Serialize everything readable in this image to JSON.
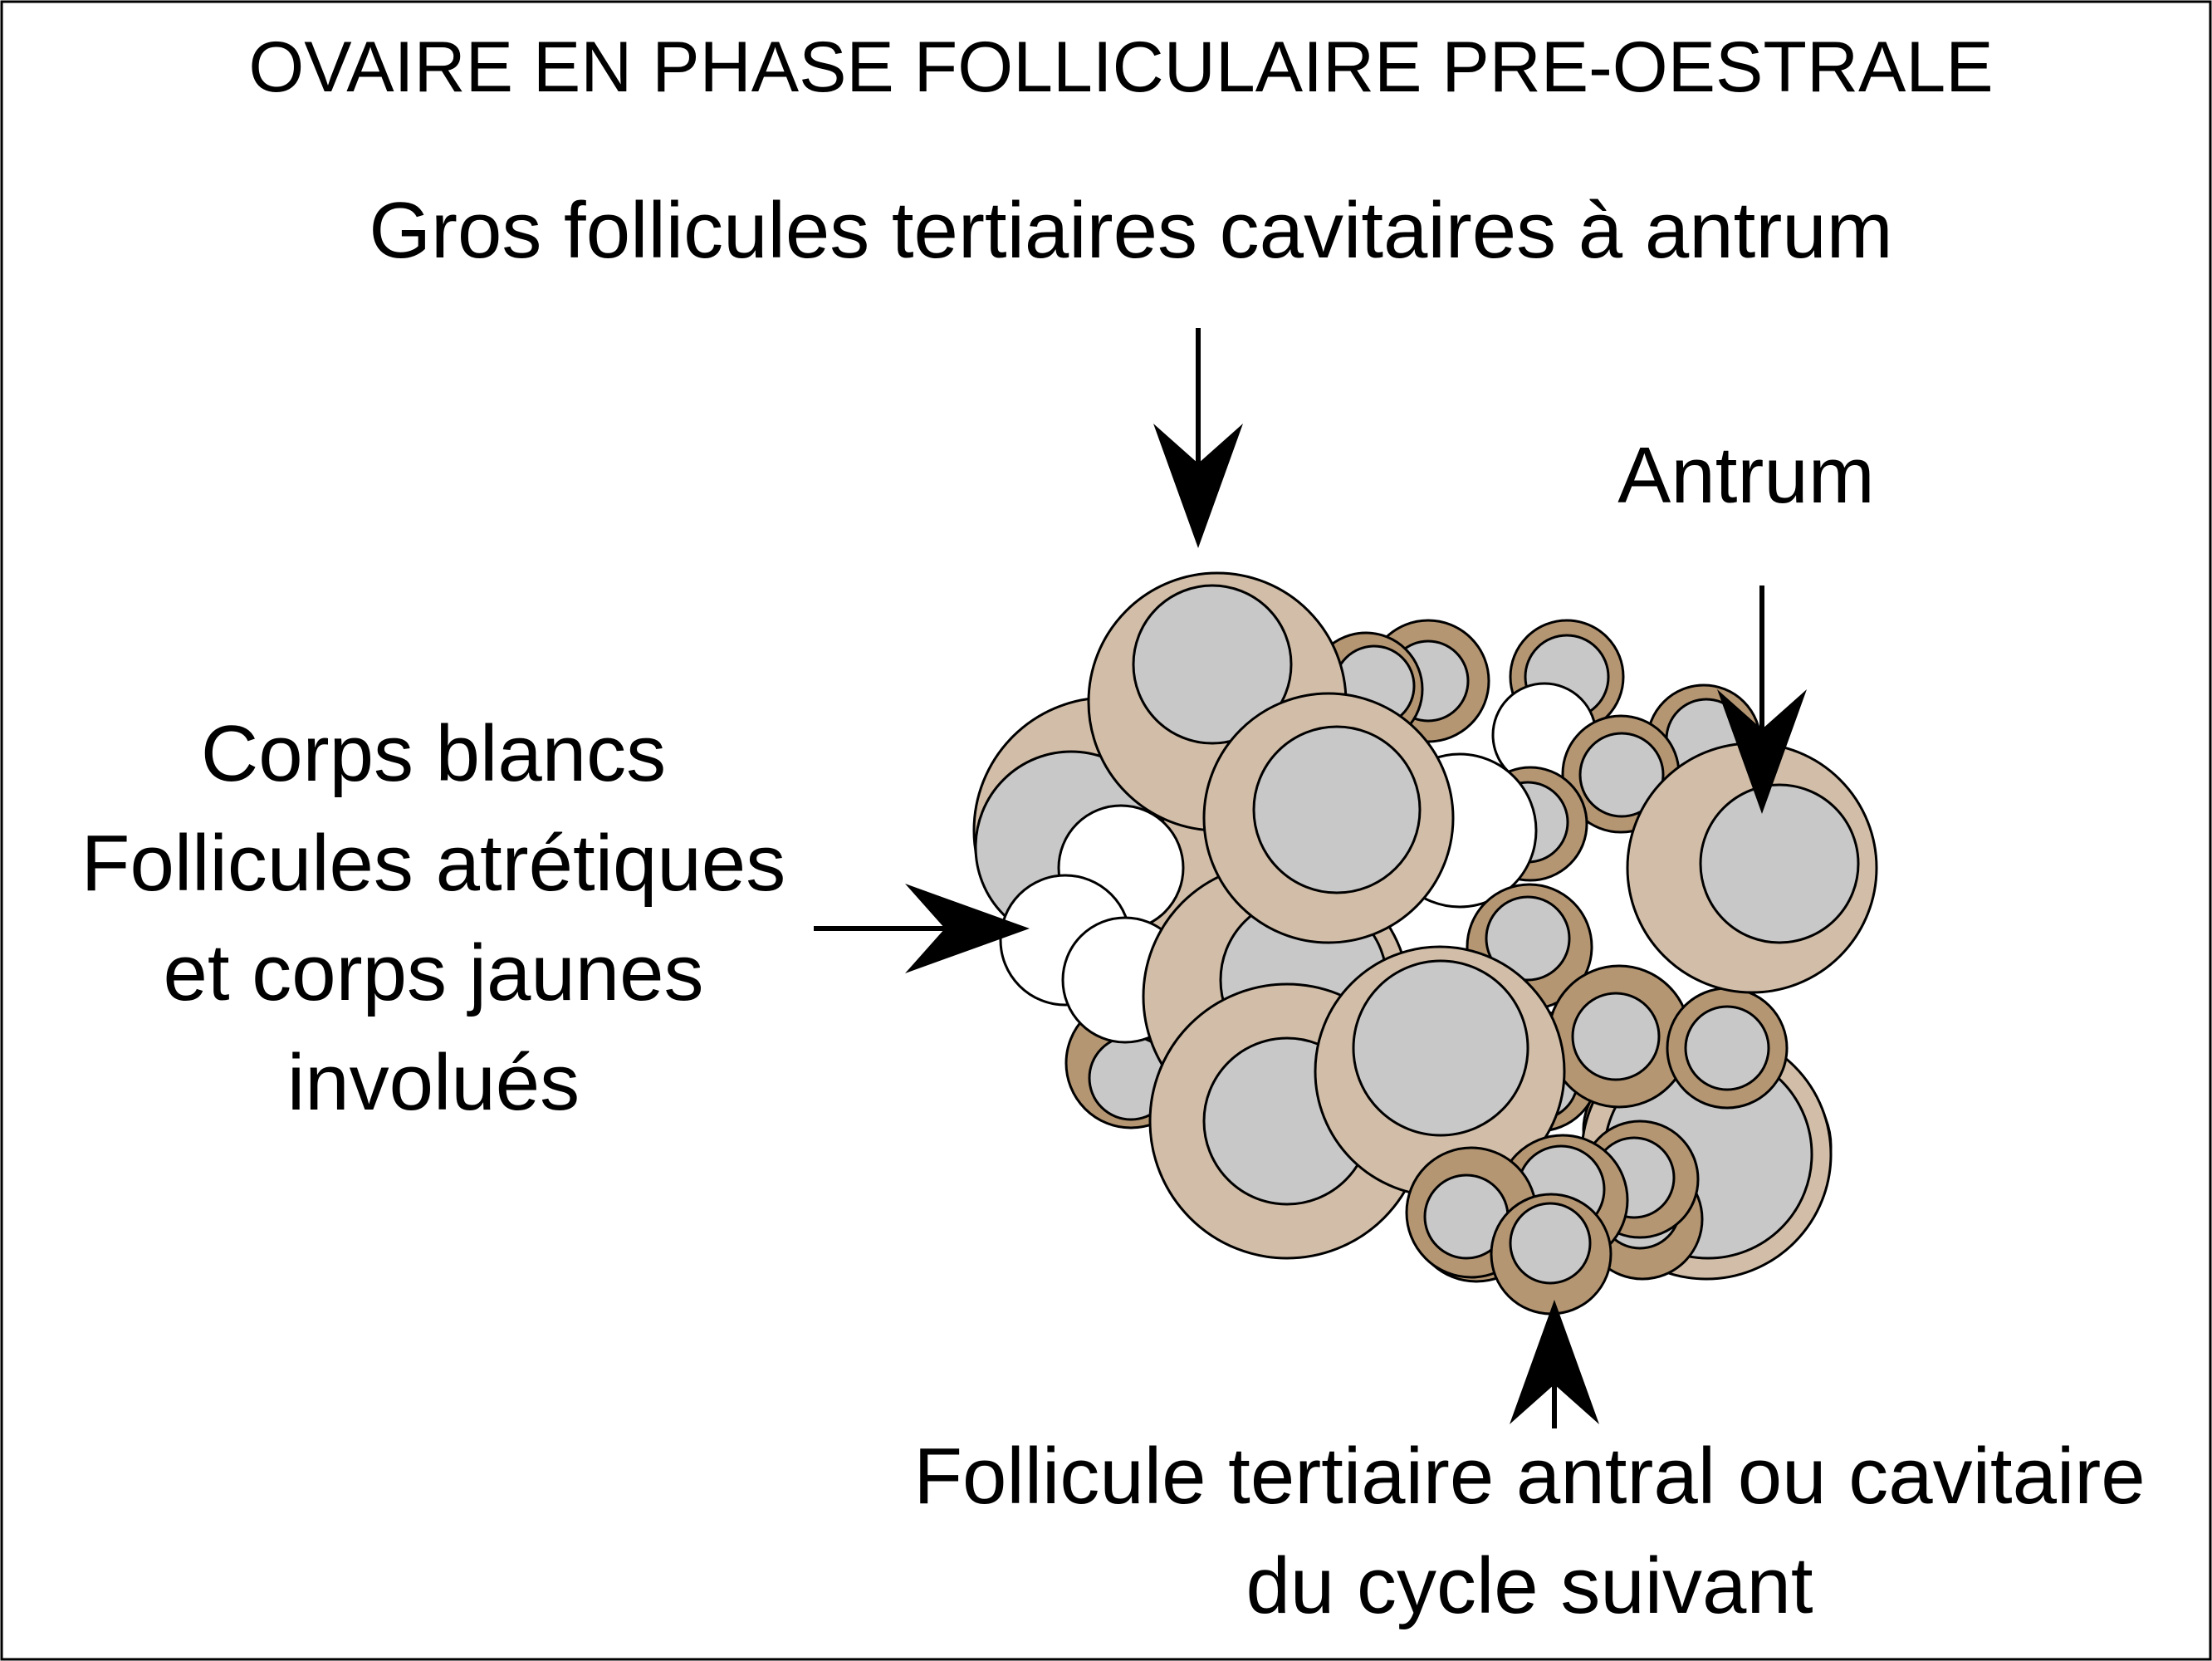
{
  "title": "OVAIRE EN PHASE FOLLICULAIRE PRE-OESTRALE",
  "labels": {
    "large_follicles": "Gros follicules tertiaires cavitaires à antrum",
    "antrum": "Antrum",
    "white_bodies": [
      "Corps blancs",
      "Follicules atrétiques",
      "et corps jaunes",
      "involués"
    ],
    "next_cycle": [
      "Follicule tertiaire antral ou cavitaire",
      "du cycle suivant"
    ]
  },
  "colors": {
    "large_follicle_wall": "#d2bea8",
    "small_follicle_wall": "#b49673",
    "antrum_fill": "#c8c8c8",
    "white_body_fill": "#ffffff",
    "outline": "#000000",
    "frame": "#000000"
  }
}
